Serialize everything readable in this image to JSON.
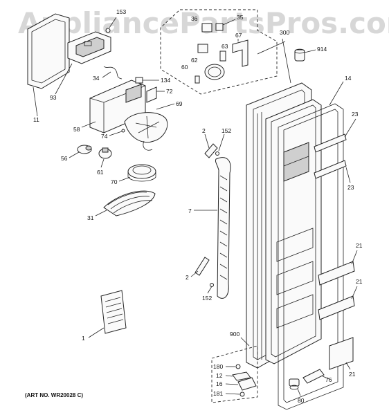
{
  "watermark": "AppliancePartsPros.com",
  "art_number": "(ART NO. WR20028 C)",
  "labels": {
    "l153": "153",
    "l11": "11",
    "l93": "93",
    "l34": "34",
    "l134": "134",
    "l72": "72",
    "l69": "69",
    "l58": "58",
    "l74": "74",
    "l56": "56",
    "l61": "61",
    "l70": "70",
    "l31": "31",
    "l1": "1",
    "l36": "36",
    "l35": "35",
    "l67": "67",
    "l63": "63",
    "l62": "62",
    "l60": "60",
    "l300": "300",
    "l914": "914",
    "l14": "14",
    "l23a": "23",
    "l23b": "23",
    "l2a": "2",
    "l152a": "152",
    "l7": "7",
    "l2b": "2",
    "l152b": "152",
    "l21a": "21",
    "l21b": "21",
    "l21c": "21",
    "l900": "900",
    "l180": "180",
    "l12": "12",
    "l16": "16",
    "l181": "181",
    "l76": "76",
    "l80": "80"
  }
}
